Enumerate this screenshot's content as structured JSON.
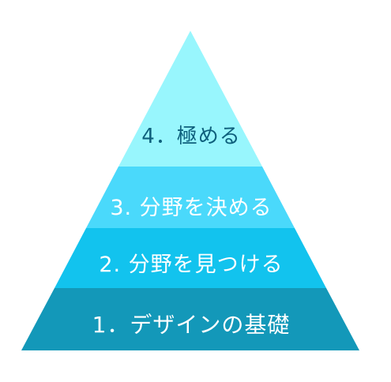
{
  "pyramid": {
    "levels": [
      {
        "label": "1．デザインの基礎",
        "color": "#1398b9"
      },
      {
        "label": "2. 分野を見つける",
        "color": "#12c3ee"
      },
      {
        "label": "3. 分野を決める",
        "color": "#4ad9fb"
      },
      {
        "label": "4．極める",
        "color": "#98f6fd",
        "text_color": "#0e5f7c"
      }
    ]
  }
}
